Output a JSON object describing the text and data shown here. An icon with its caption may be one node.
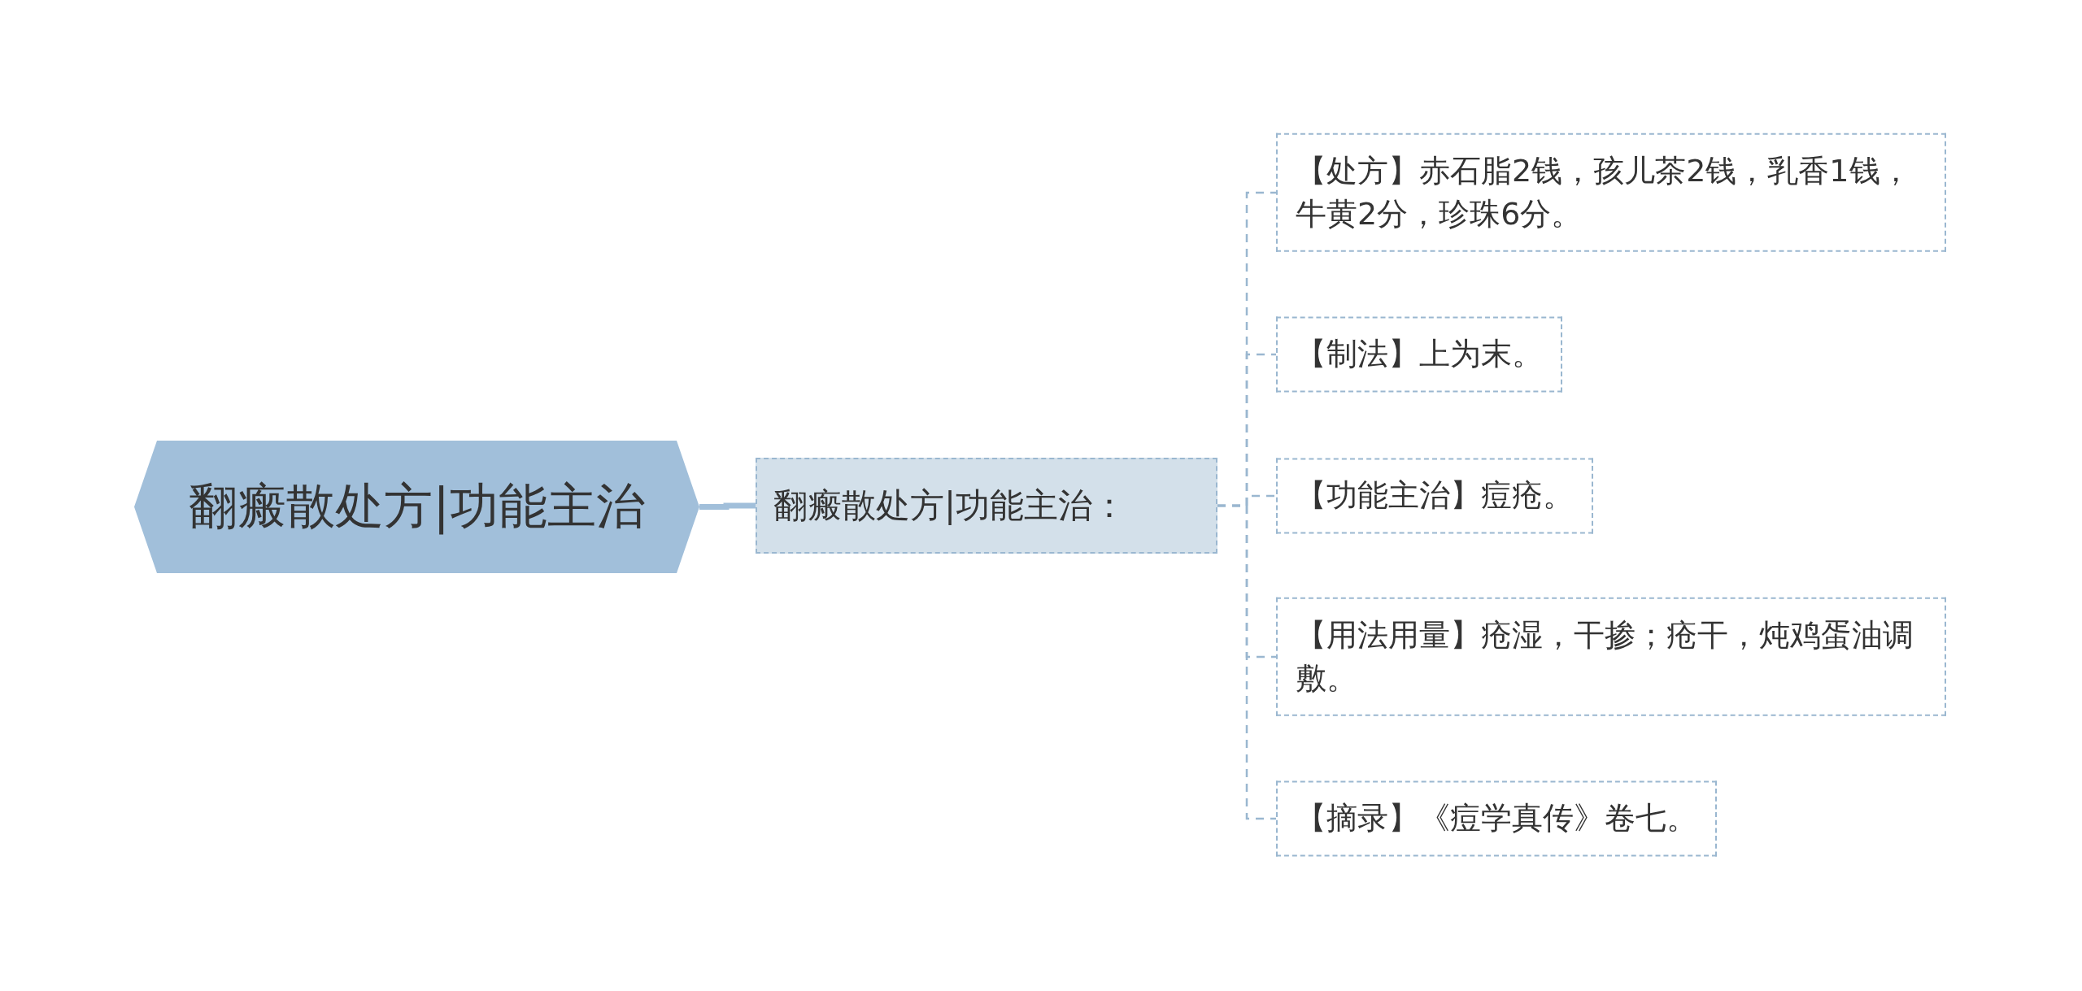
{
  "diagram": {
    "nodes": [
      {
        "text": [
          "翻瘢散处方|功能主治"
        ]
      },
      {
        "text": [
          "翻瘢散处方|功能主治："
        ]
      },
      {
        "text": [
          "【处方】赤石脂2钱，孩儿茶2钱，乳香1钱，牛黄2分，珍珠6分。"
        ]
      },
      {
        "text": [
          "【制法】上为末。"
        ]
      },
      {
        "text": [
          "【功能主治】痘疮。"
        ]
      },
      {
        "text": [
          "【用法用量】疮湿，干掺；疮干，炖鸡蛋油调敷。"
        ]
      },
      {
        "text": [
          "【摘录】《痘学真传》卷七。"
        ]
      }
    ],
    "edges": [
      {
        "from": 0,
        "to": 1,
        "arrow": "none",
        "style": "thick"
      },
      {
        "from": 1,
        "to": 2,
        "arrow": "none",
        "style": "dashed"
      },
      {
        "from": 1,
        "to": 3,
        "arrow": "none",
        "style": "dashed"
      },
      {
        "from": 1,
        "to": 4,
        "arrow": "none",
        "style": "dashed"
      },
      {
        "from": 1,
        "to": 5,
        "arrow": "none",
        "style": "dashed"
      },
      {
        "from": 1,
        "to": 6,
        "arrow": "none",
        "style": "dashed"
      }
    ]
  }
}
